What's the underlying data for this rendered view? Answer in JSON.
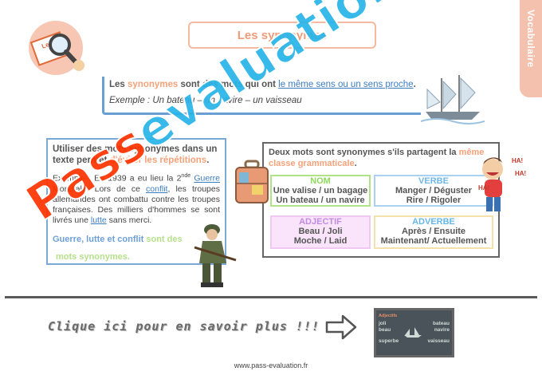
{
  "title": "Les synonymes",
  "side_tab": "Vocabulaire",
  "logo": {
    "icon": "magnifier-lesson-icon",
    "label": "Leçon"
  },
  "definition": {
    "part1": "Les ",
    "word": "synonymes",
    "part2": " sont des mots qui ont ",
    "emphasis": "le même sens ou un sens proche",
    "part3": ".",
    "example": "Exemple : Un bateau – un navire – un vaisseau"
  },
  "left_box": {
    "head1": "Utiliser des mots synonymes dans un texte permet ",
    "head_emph": "d'éviter les répétitions",
    "head2": ".",
    "text_a": "Exemple : En 1939 a eu lieu la 2",
    "text_sup": "nde",
    "text_b": " ",
    "link1": "Guerre",
    "text_c": " Mondiale. Lors de ce ",
    "link2": "conflit",
    "text_d": ", les troupes allemandes ont combattu contre les troupes françaises. Des milliers d'hommes se sont livrés une ",
    "link3": "lutte",
    "text_e": " sans merci.",
    "foot1": "Guerre, lutte et conflit",
    "foot2": " sont des",
    "foot3": "mots synonymes."
  },
  "right_box": {
    "head1": "Deux mots sont synonymes s'ils partagent la ",
    "head_emph": "même classe grammaticale",
    "head2": ".",
    "cells": {
      "nom": {
        "title": "NOM",
        "line1": "Une valise / un bagage",
        "line2": "Un bateau / un navire"
      },
      "verbe": {
        "title": "VERBE",
        "line1": "Manger / Déguster",
        "line2": "Rire / Rigoler"
      },
      "adjectif": {
        "title": "ADJECTIF",
        "line1": "Beau / Joli",
        "line2": "Moche / Laid"
      },
      "adverbe": {
        "title": "ADVERBE",
        "line1": "Après / Ensuite",
        "line2": "Maintenant/ Actuellement"
      }
    }
  },
  "boy": {
    "bubble1": "HA!",
    "bubble2": "HA!",
    "bubble3": "HA!"
  },
  "cta": {
    "text": "Clique ici pour en savoir plus !!!",
    "arrow_icon": "arrow-right-icon"
  },
  "thumbnail": {
    "tag": "Adjectifs",
    "w1": "joli",
    "w2": "bateau",
    "w3": "beau",
    "w4": "navire",
    "w5": "superbe",
    "w6": "vaisseau"
  },
  "footer": {
    "url": "www.pass-evaluation.fr"
  },
  "watermark": {
    "part1": "Pass",
    "part2": "evaluation"
  },
  "colors": {
    "accent_orange": "#f5a27a",
    "accent_blue": "#3c7cc0",
    "watermark_red": "#ff3300",
    "watermark_blue": "#27b4e8"
  }
}
